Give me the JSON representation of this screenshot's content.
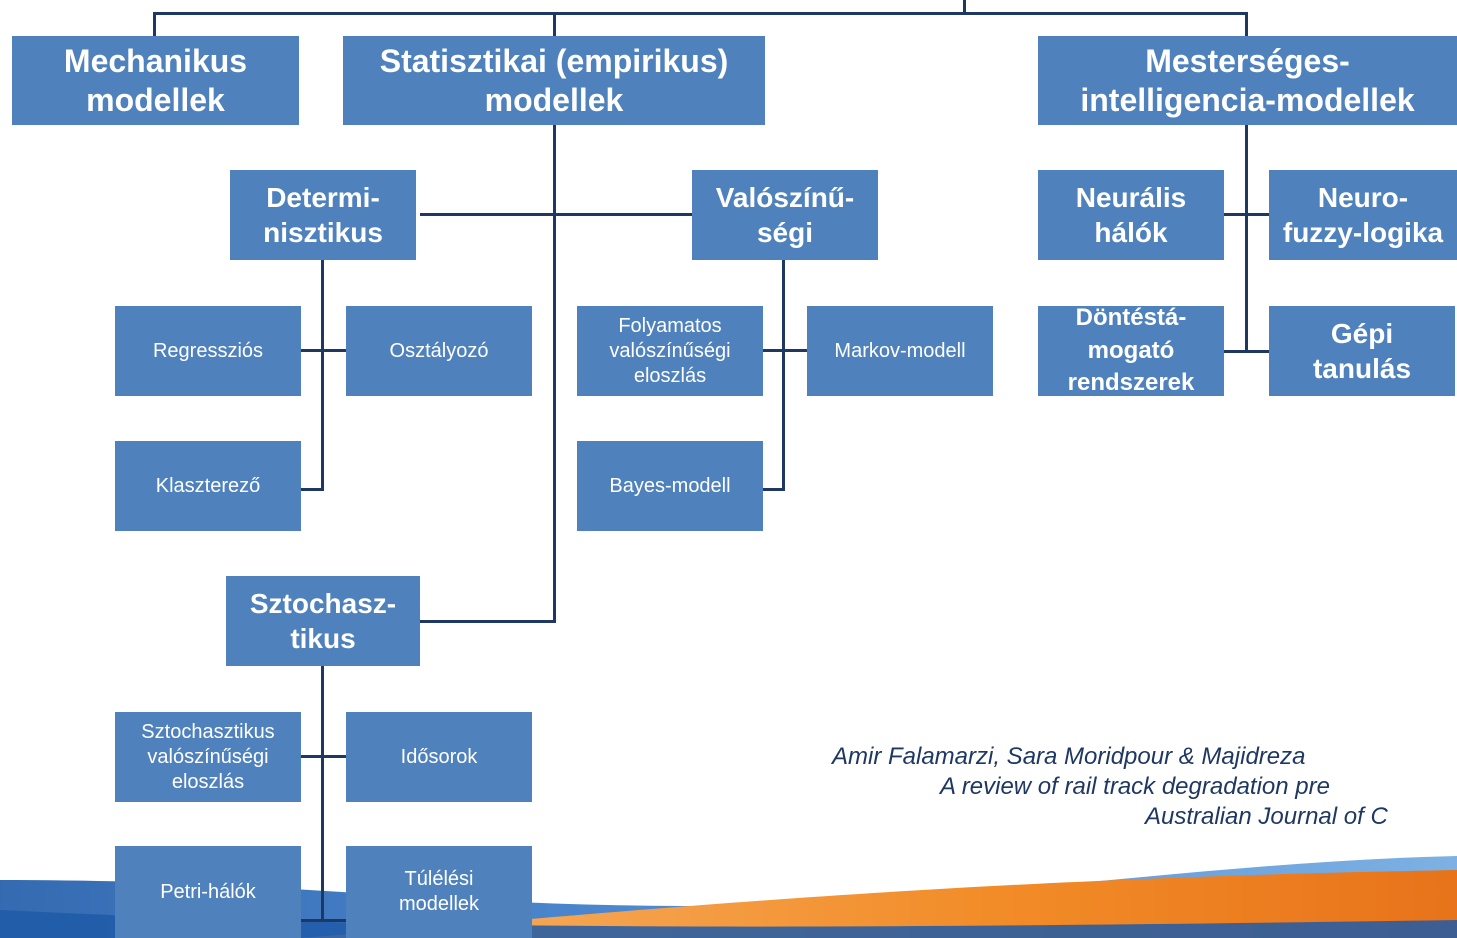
{
  "categories": {
    "mechanical": "Mechanikus\nmodellek",
    "statistical": "Statisztikai (empirikus)\nmodellek",
    "ai": "Mesterséges-\nintelligencia-modellek"
  },
  "statistical": {
    "deterministic": "Determi-\nnisztikus",
    "probabilistic": "Valószínű-\nségi",
    "stochastic": "Sztochasz-\ntikus"
  },
  "deterministic_items": {
    "regression": "Regressziós",
    "classifier": "Osztályozó",
    "clustering": "Klaszterező"
  },
  "probabilistic_items": {
    "continuous": "Folyamatos\nvalószínűségi\neloszlás",
    "markov": "Markov-modell",
    "bayes": "Bayes-modell"
  },
  "stochastic_items": {
    "stochastic_distribution": "Sztochasztikus\nvalószínűségi\neloszlás",
    "time_series": "Idősorok",
    "petri": "Petri-hálók",
    "survival": "Túlélési\nmodellek"
  },
  "ai_items": {
    "neural": "Neurális\nhálók",
    "neuro_fuzzy": "Neuro-\nfuzzy-logika",
    "decision_support": "Döntéstá-\nmogató\nrendszerek",
    "machine_learning": "Gépi\ntanulás"
  },
  "citation": [
    "Amir Falamarzi, Sara Moridpour & Majidreza",
    "A review of rail track degradation pre",
    "Australian Journal of C"
  ],
  "colors": {
    "box": "#4f81bd",
    "connector": "#1f3763",
    "citation_text": "#1f3763",
    "band_blue": "#2e6ab5",
    "band_orange": "#f28c28"
  }
}
